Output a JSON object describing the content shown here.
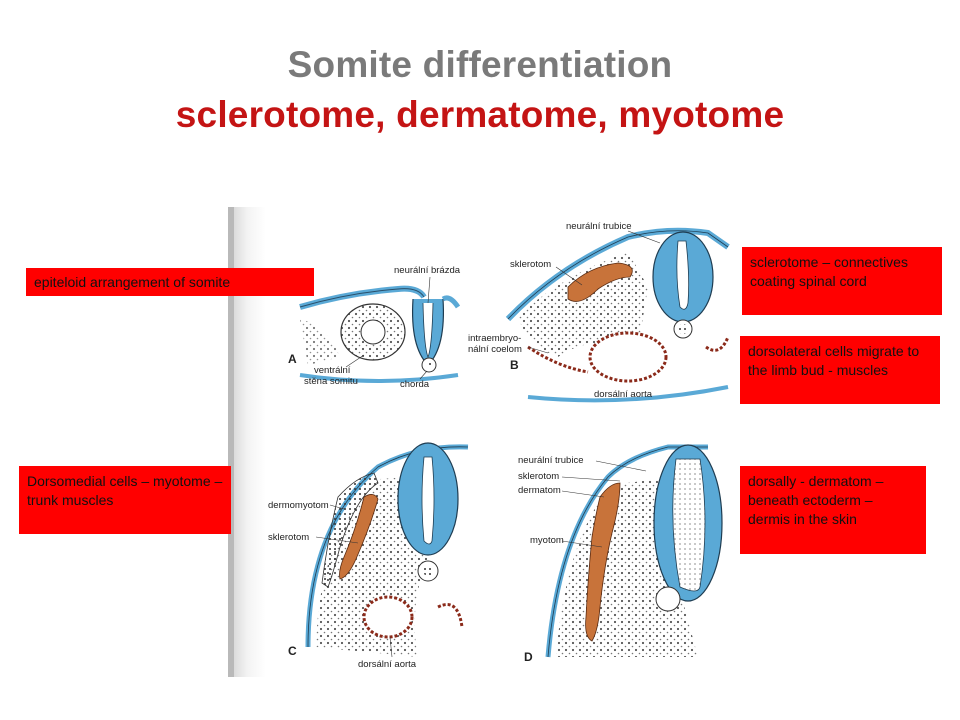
{
  "title": {
    "line1": "Somite differentiation",
    "line2": "sclerotome, dermatome, myotome"
  },
  "callouts": {
    "epiteloid": "epiteloid arrangement of somite",
    "sclerotome": "sclerotome – connectives coating spinal cord",
    "dorsolateral": "dorsolateral cells migrate to the limb bud - muscles",
    "dorsomedial": "Dorsomedial cells – myotome –trunk muscles",
    "dorsally": "dorsally - dermatom – beneath ectoderm – dermis in the skin"
  },
  "panel_a": {
    "letter": "A",
    "label_neural_groove": "neurální brázda",
    "label_ventral_wall_1": "ventrální",
    "label_ventral_wall_2": "stěna somitu",
    "label_chorda": "chorda"
  },
  "panel_b": {
    "letter": "B",
    "label_neural_tube": "neurální trubice",
    "label_sclerotom": "sklerotom",
    "label_coelom_1": "intraembryo-",
    "label_coelom_2": "nální coelom",
    "label_aorta": "dorsální aorta"
  },
  "panel_c": {
    "letter": "C",
    "label_dermomyotom": "dermomyotom",
    "label_sclerotom": "sklerotom",
    "label_aorta": "dorsální aorta"
  },
  "panel_d": {
    "letter": "D",
    "label_neural_tube": "neurální trubice",
    "label_sclerotom": "sklerotom",
    "label_dermatom": "dermatom",
    "label_myotom": "myotom"
  },
  "colors": {
    "title_gray": "#7a7a7a",
    "title_red": "#c41414",
    "callout_bg": "#ff0000",
    "neural_blue": "#5aa9d6",
    "myotome_orange": "#c8733a",
    "aorta_red": "#8b2a1a"
  }
}
